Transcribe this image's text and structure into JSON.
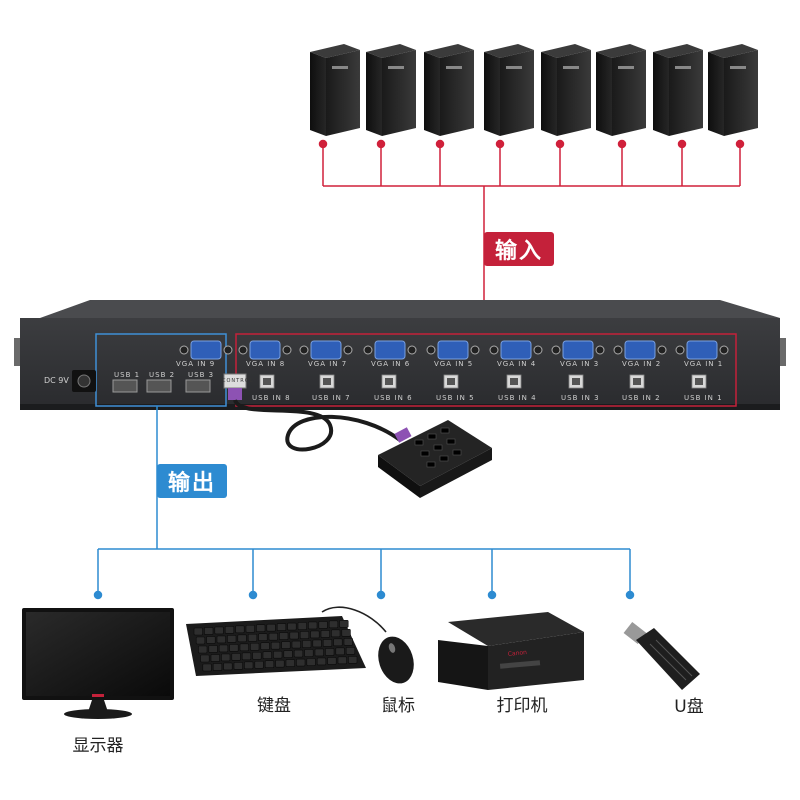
{
  "labels": {
    "input": "输入",
    "output": "输出",
    "power": "DC 9V"
  },
  "ports": {
    "vga_top": [
      "VGA IN 9",
      "VGA IN 8",
      "VGA IN 7",
      "VGA IN 6",
      "VGA IN 5",
      "VGA IN 4",
      "VGA IN 3",
      "VGA IN 2",
      "VGA IN 1"
    ],
    "usb_out": [
      "USB 1",
      "USB 2",
      "USB 3"
    ],
    "usb_in": [
      "USB IN 8",
      "USB IN 7",
      "USB IN 6",
      "USB IN 5",
      "USB IN 4",
      "USB IN 3",
      "USB IN 2",
      "USB IN 1"
    ],
    "control": "CONTROL"
  },
  "devices": [
    {
      "id": "monitor",
      "label": "显示器"
    },
    {
      "id": "keyboard",
      "label": "键盘"
    },
    {
      "id": "mouse",
      "label": "鼠标"
    },
    {
      "id": "printer",
      "label": "打印机"
    },
    {
      "id": "udisk",
      "label": "U盘"
    }
  ],
  "colors": {
    "input_line": "#d0203a",
    "output_line": "#2d8bd1",
    "chassis": "#2a2b2e"
  }
}
